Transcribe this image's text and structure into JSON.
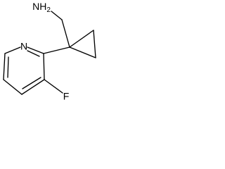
{
  "molecule": {
    "amine_label": {
      "main": "NH",
      "subscript": "2"
    },
    "ring_nitrogen_label": "N",
    "fluorine_label": "F"
  }
}
